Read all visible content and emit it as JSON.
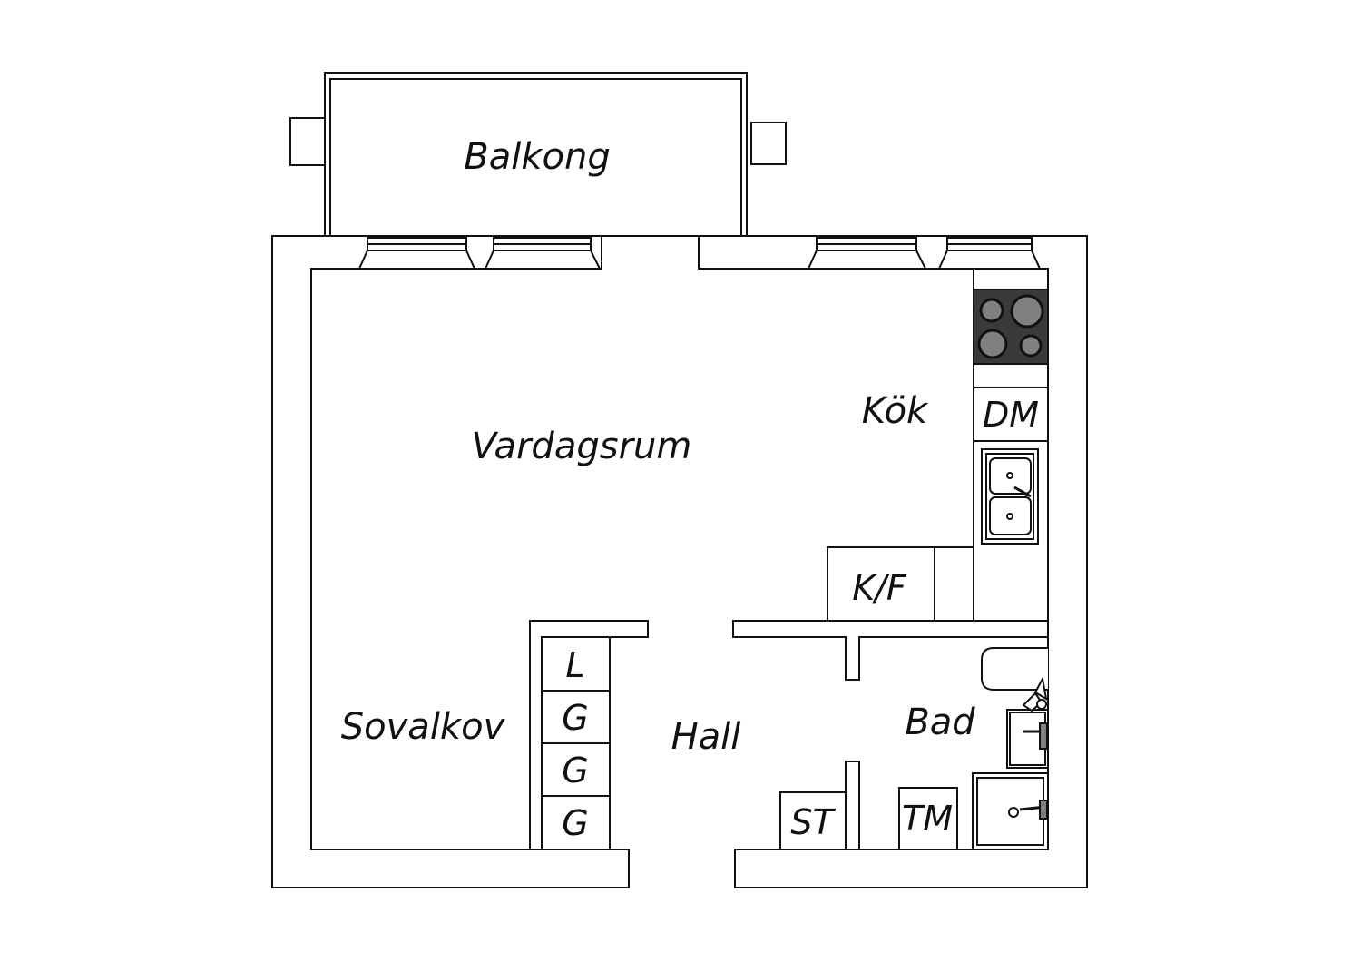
{
  "rooms": {
    "balcony": "Balkong",
    "living_room": "Vardagsrum",
    "kitchen": "Kök",
    "sleeping_alcove": "Sovalkov",
    "hall": "Hall",
    "bathroom": "Bad"
  },
  "fixtures": {
    "dishwasher": "DM",
    "fridge_freezer": "K/F",
    "wardrobe_linen": "L",
    "wardrobe_1": "G",
    "wardrobe_2": "G",
    "wardrobe_3": "G",
    "drying_cabinet": "ST",
    "washing_machine": "TM"
  },
  "icons": {
    "stove": "cooktop-icon",
    "sink": "double-sink-icon",
    "bathtub": "bathtub-icon",
    "washbasin": "washbasin-icon",
    "shower": "shower-icon"
  },
  "colors": {
    "wall_fill": "#ffffff",
    "line": "#111111",
    "stove_fill": "#3a3a3a",
    "burner_fill": "#808080"
  }
}
